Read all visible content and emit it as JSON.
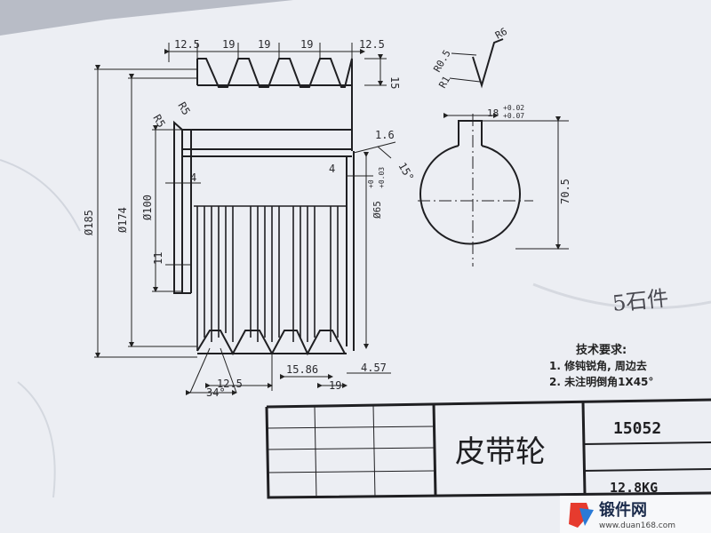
{
  "drawing": {
    "top_dims": [
      "12.5",
      "19",
      "19",
      "19",
      "12.5"
    ],
    "groove_depth": "15",
    "radius_labels": [
      "R5",
      "R5"
    ],
    "diameters": [
      "Ø185",
      "Ø174",
      "Ø100"
    ],
    "bore_dims": [
      "4",
      "4",
      "11"
    ],
    "chamfer_dims": [
      "1.6",
      "15°"
    ],
    "bore_diameter": {
      "base": "Ø65",
      "tol_upper": "+0",
      "tol_lower": "+0.03"
    },
    "groove_radii": [
      "R0.5",
      "R1",
      "R6"
    ],
    "keyway_width": {
      "base": "18",
      "tol_upper": "+0.02",
      "tol_lower": "+0.07"
    },
    "keyway_depth": "70.5",
    "bottom_dims": [
      "12.5",
      "15.86",
      "19",
      "4.57"
    ],
    "groove_angle": "34°",
    "handwritten_note": "5石件"
  },
  "tech_req": {
    "title": "技术要求:",
    "items": [
      "1. 修钝锐角, 周边去",
      "2. 未注明倒角1X45°"
    ]
  },
  "title_block": {
    "part_name": "皮带轮",
    "drawing_no": "15052",
    "weight": "12.8KG"
  },
  "watermark": {
    "text": "锻件网",
    "url": "www.duan168.com"
  }
}
